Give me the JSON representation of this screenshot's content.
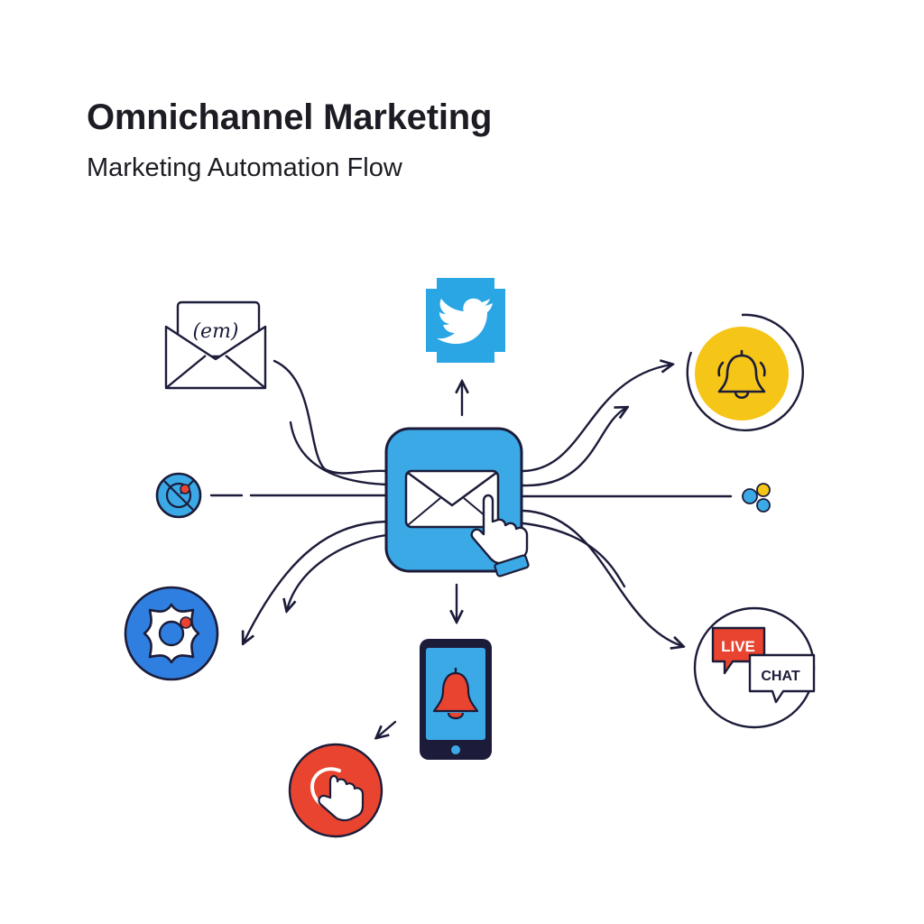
{
  "header": {
    "title": "Omnichannel Marketing",
    "subtitle": "Marketing Automation Flow"
  },
  "hub": {
    "icon": "email-click-icon",
    "color": "#3aa9e6"
  },
  "channels": {
    "email": {
      "icon": "envelope-icon",
      "label": "(em)"
    },
    "twitter": {
      "icon": "twitter-bird-icon",
      "color": "#2ba6e4"
    },
    "notification": {
      "icon": "bell-icon",
      "color": "#f5c518"
    },
    "social_dots": {
      "icon": "dots-cluster-icon"
    },
    "target": {
      "icon": "target-icon"
    },
    "gear": {
      "icon": "gear-icon",
      "color": "#2f7fe0"
    },
    "mobile_push": {
      "icon": "phone-bell-icon",
      "color": "#e8442f"
    },
    "click": {
      "icon": "hand-click-icon",
      "color": "#e8442f"
    },
    "live_chat": {
      "icon": "chat-bubbles-icon",
      "live_label": "LIVE",
      "chat_label": "CHAT",
      "color": "#e8442f"
    }
  },
  "colors": {
    "stroke": "#1c1c3a",
    "text": "#1c1c24"
  }
}
